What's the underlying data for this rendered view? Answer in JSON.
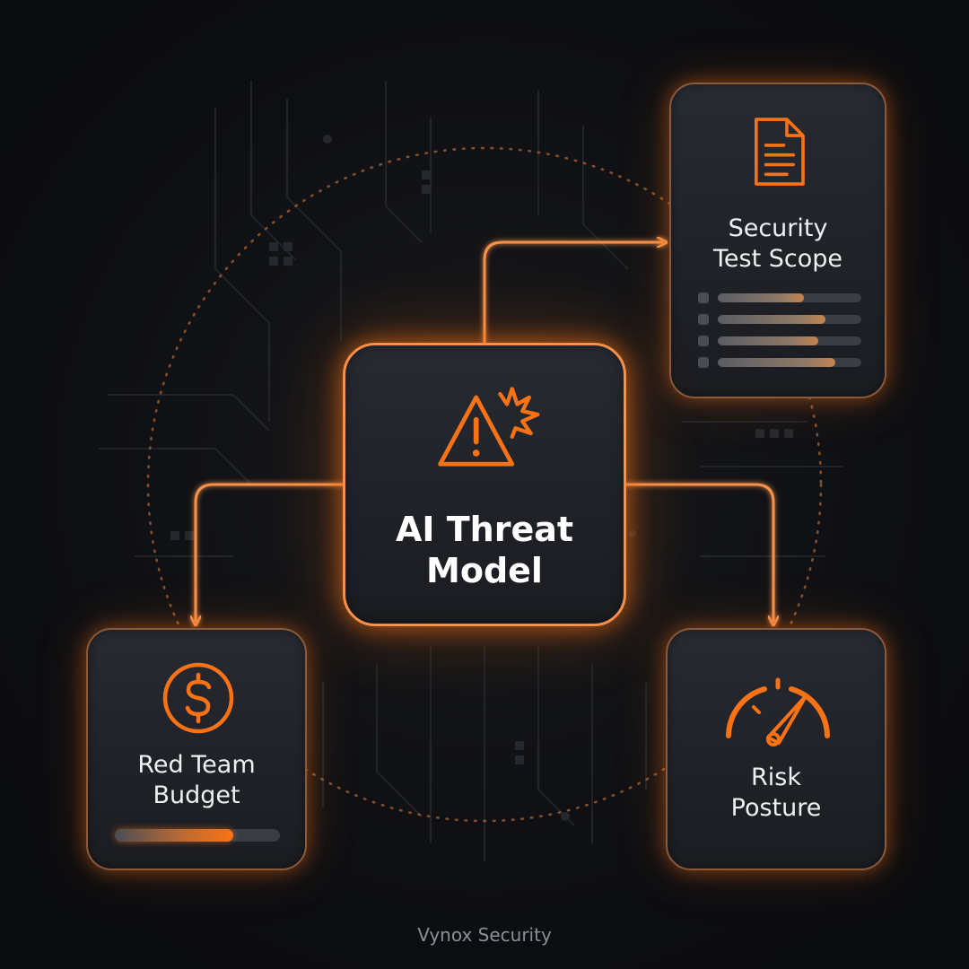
{
  "colors": {
    "accent": "#f97316",
    "card_border": "#8a5a3c",
    "background": "#0c0e12"
  },
  "center": {
    "title": "AI Threat\nModel",
    "icon": "warning-triangle-burst-icon"
  },
  "scope": {
    "title": "Security\nTest Scope",
    "icon": "document-icon",
    "rows": [
      {
        "fill": 0.6
      },
      {
        "fill": 0.75
      },
      {
        "fill": 0.7
      },
      {
        "fill": 0.82
      }
    ]
  },
  "budget": {
    "title": "Red Team\nBudget",
    "icon": "dollar-coin-icon",
    "progress": 0.72
  },
  "risk": {
    "title": "Risk\nPosture",
    "icon": "gauge-icon"
  },
  "brand": {
    "name": "Vynox Security"
  }
}
